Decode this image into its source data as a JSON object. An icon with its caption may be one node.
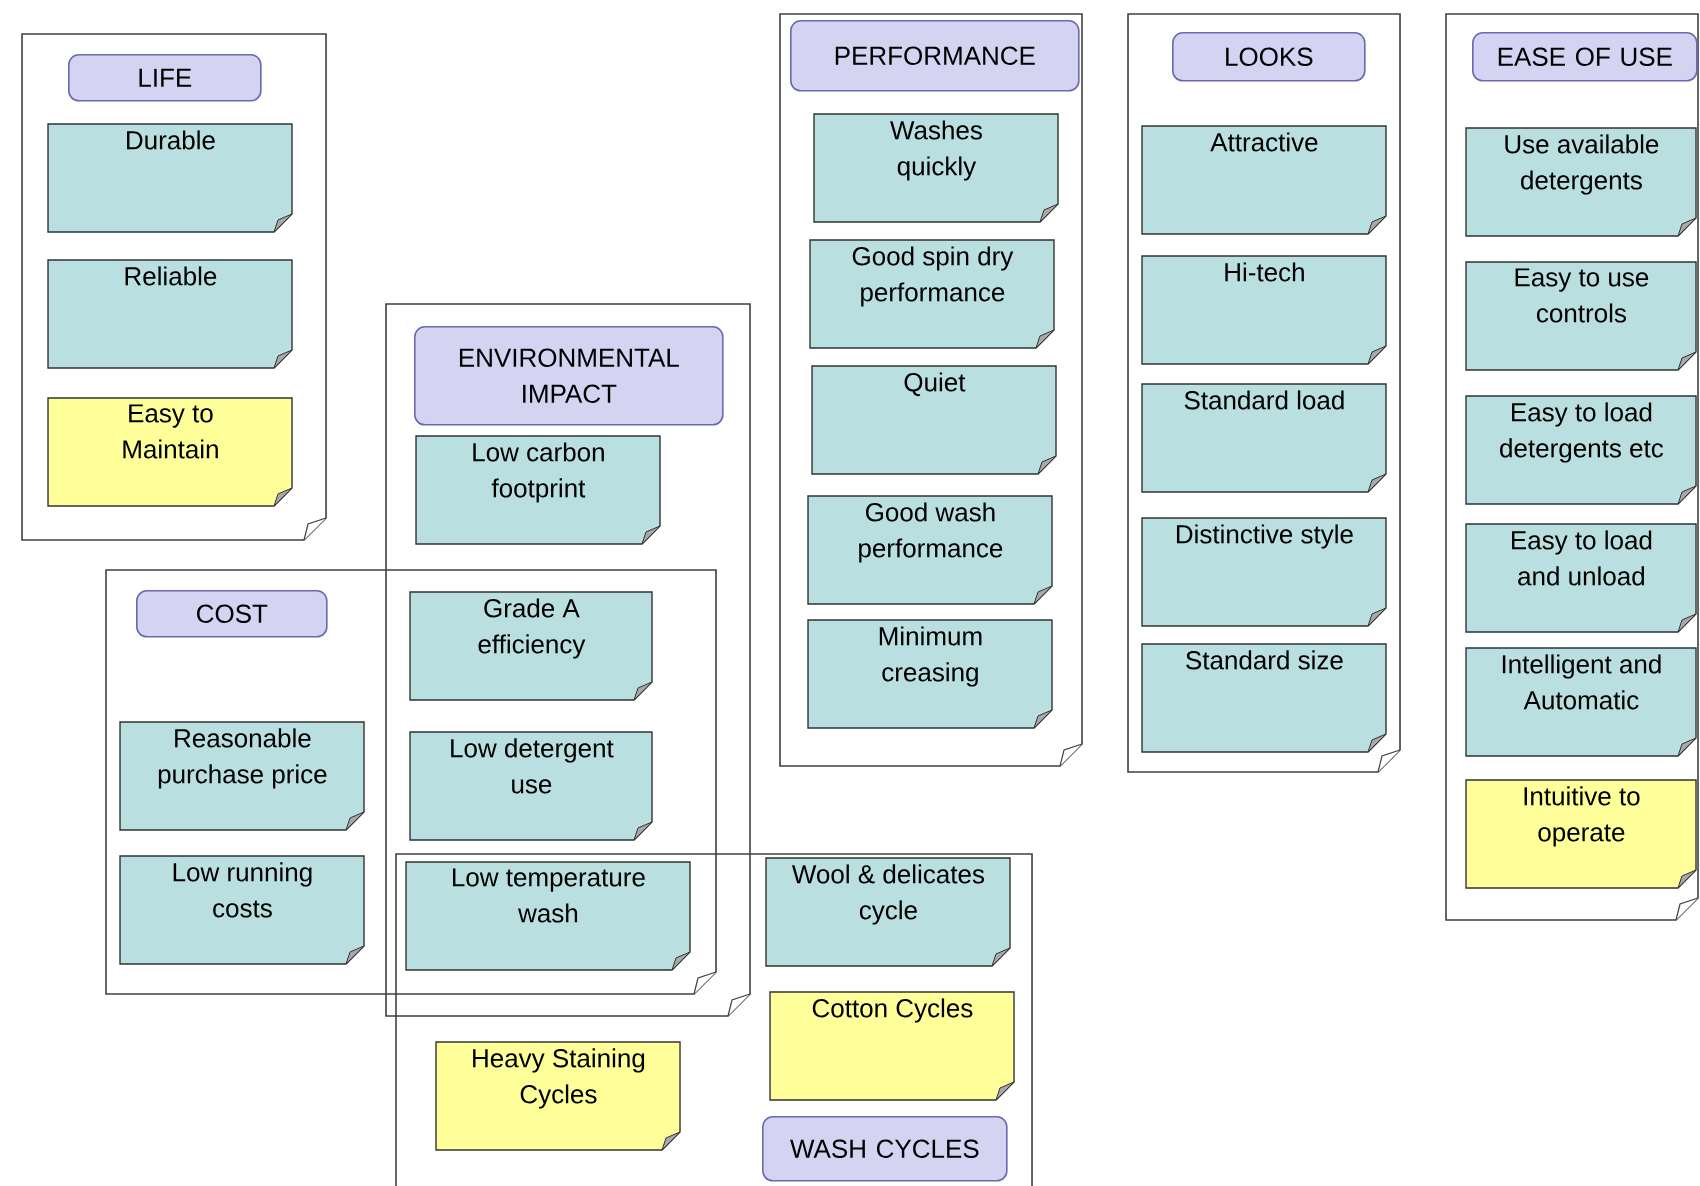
{
  "diagram": {
    "nodes": [
      {
        "text": [
          "LIFE"
        ]
      },
      {
        "text": [
          "Durable"
        ],
        "in": 0
      },
      {
        "text": [
          "Reliable"
        ],
        "in": 0
      },
      {
        "text": [
          "Easy to Maintain"
        ],
        "in": 0
      },
      {
        "text": [
          "PERFORMANCE"
        ]
      },
      {
        "text": [
          "Washes quickly"
        ],
        "in": 4
      },
      {
        "text": [
          "Good spin dry performance"
        ],
        "in": 4
      },
      {
        "text": [
          "Quiet"
        ],
        "in": 4
      },
      {
        "text": [
          "Good wash performance"
        ],
        "in": 4
      },
      {
        "text": [
          "Minimum creasing"
        ],
        "in": 4
      },
      {
        "text": [
          "LOOKS"
        ]
      },
      {
        "text": [
          "Attractive"
        ],
        "in": 10
      },
      {
        "text": [
          "Hi-tech"
        ],
        "in": 10
      },
      {
        "text": [
          "Standard load"
        ],
        "in": 10
      },
      {
        "text": [
          "Distinctive style"
        ],
        "in": 10
      },
      {
        "text": [
          "Standard size"
        ],
        "in": 10
      },
      {
        "text": [
          "EASE OF USE"
        ]
      },
      {
        "text": [
          "Use available detergents"
        ],
        "in": 16
      },
      {
        "text": [
          "Easy to use controls"
        ],
        "in": 16
      },
      {
        "text": [
          "Easy to load detergents etc"
        ],
        "in": 16
      },
      {
        "text": [
          "Easy to load and unload"
        ],
        "in": 16
      },
      {
        "text": [
          "Intelligent and Automatic"
        ],
        "in": 16
      },
      {
        "text": [
          "Intuitive to operate"
        ],
        "in": 16
      },
      {
        "text": [
          "ENVIRONMENTAL IMPACT"
        ]
      },
      {
        "text": [
          "Low carbon footprint"
        ],
        "in": 23
      },
      {
        "text": [
          "Grade A efficiency"
        ]
      },
      {
        "text": [
          "Low detergent use"
        ]
      },
      {
        "text": [
          "COST"
        ]
      },
      {
        "text": [
          "Reasonable purchase price"
        ],
        "in": 27
      },
      {
        "text": [
          "Low running costs"
        ],
        "in": 27
      },
      {
        "text": [
          "WASH CYCLES"
        ]
      },
      {
        "text": [
          "Low temperature wash"
        ]
      },
      {
        "text": [
          "Wool & delicates cycle"
        ],
        "in": 30
      },
      {
        "text": [
          "Cotton Cycles"
        ],
        "in": 30
      },
      {
        "text": [
          "Heavy Staining Cycles"
        ],
        "in": 30
      }
    ]
  }
}
